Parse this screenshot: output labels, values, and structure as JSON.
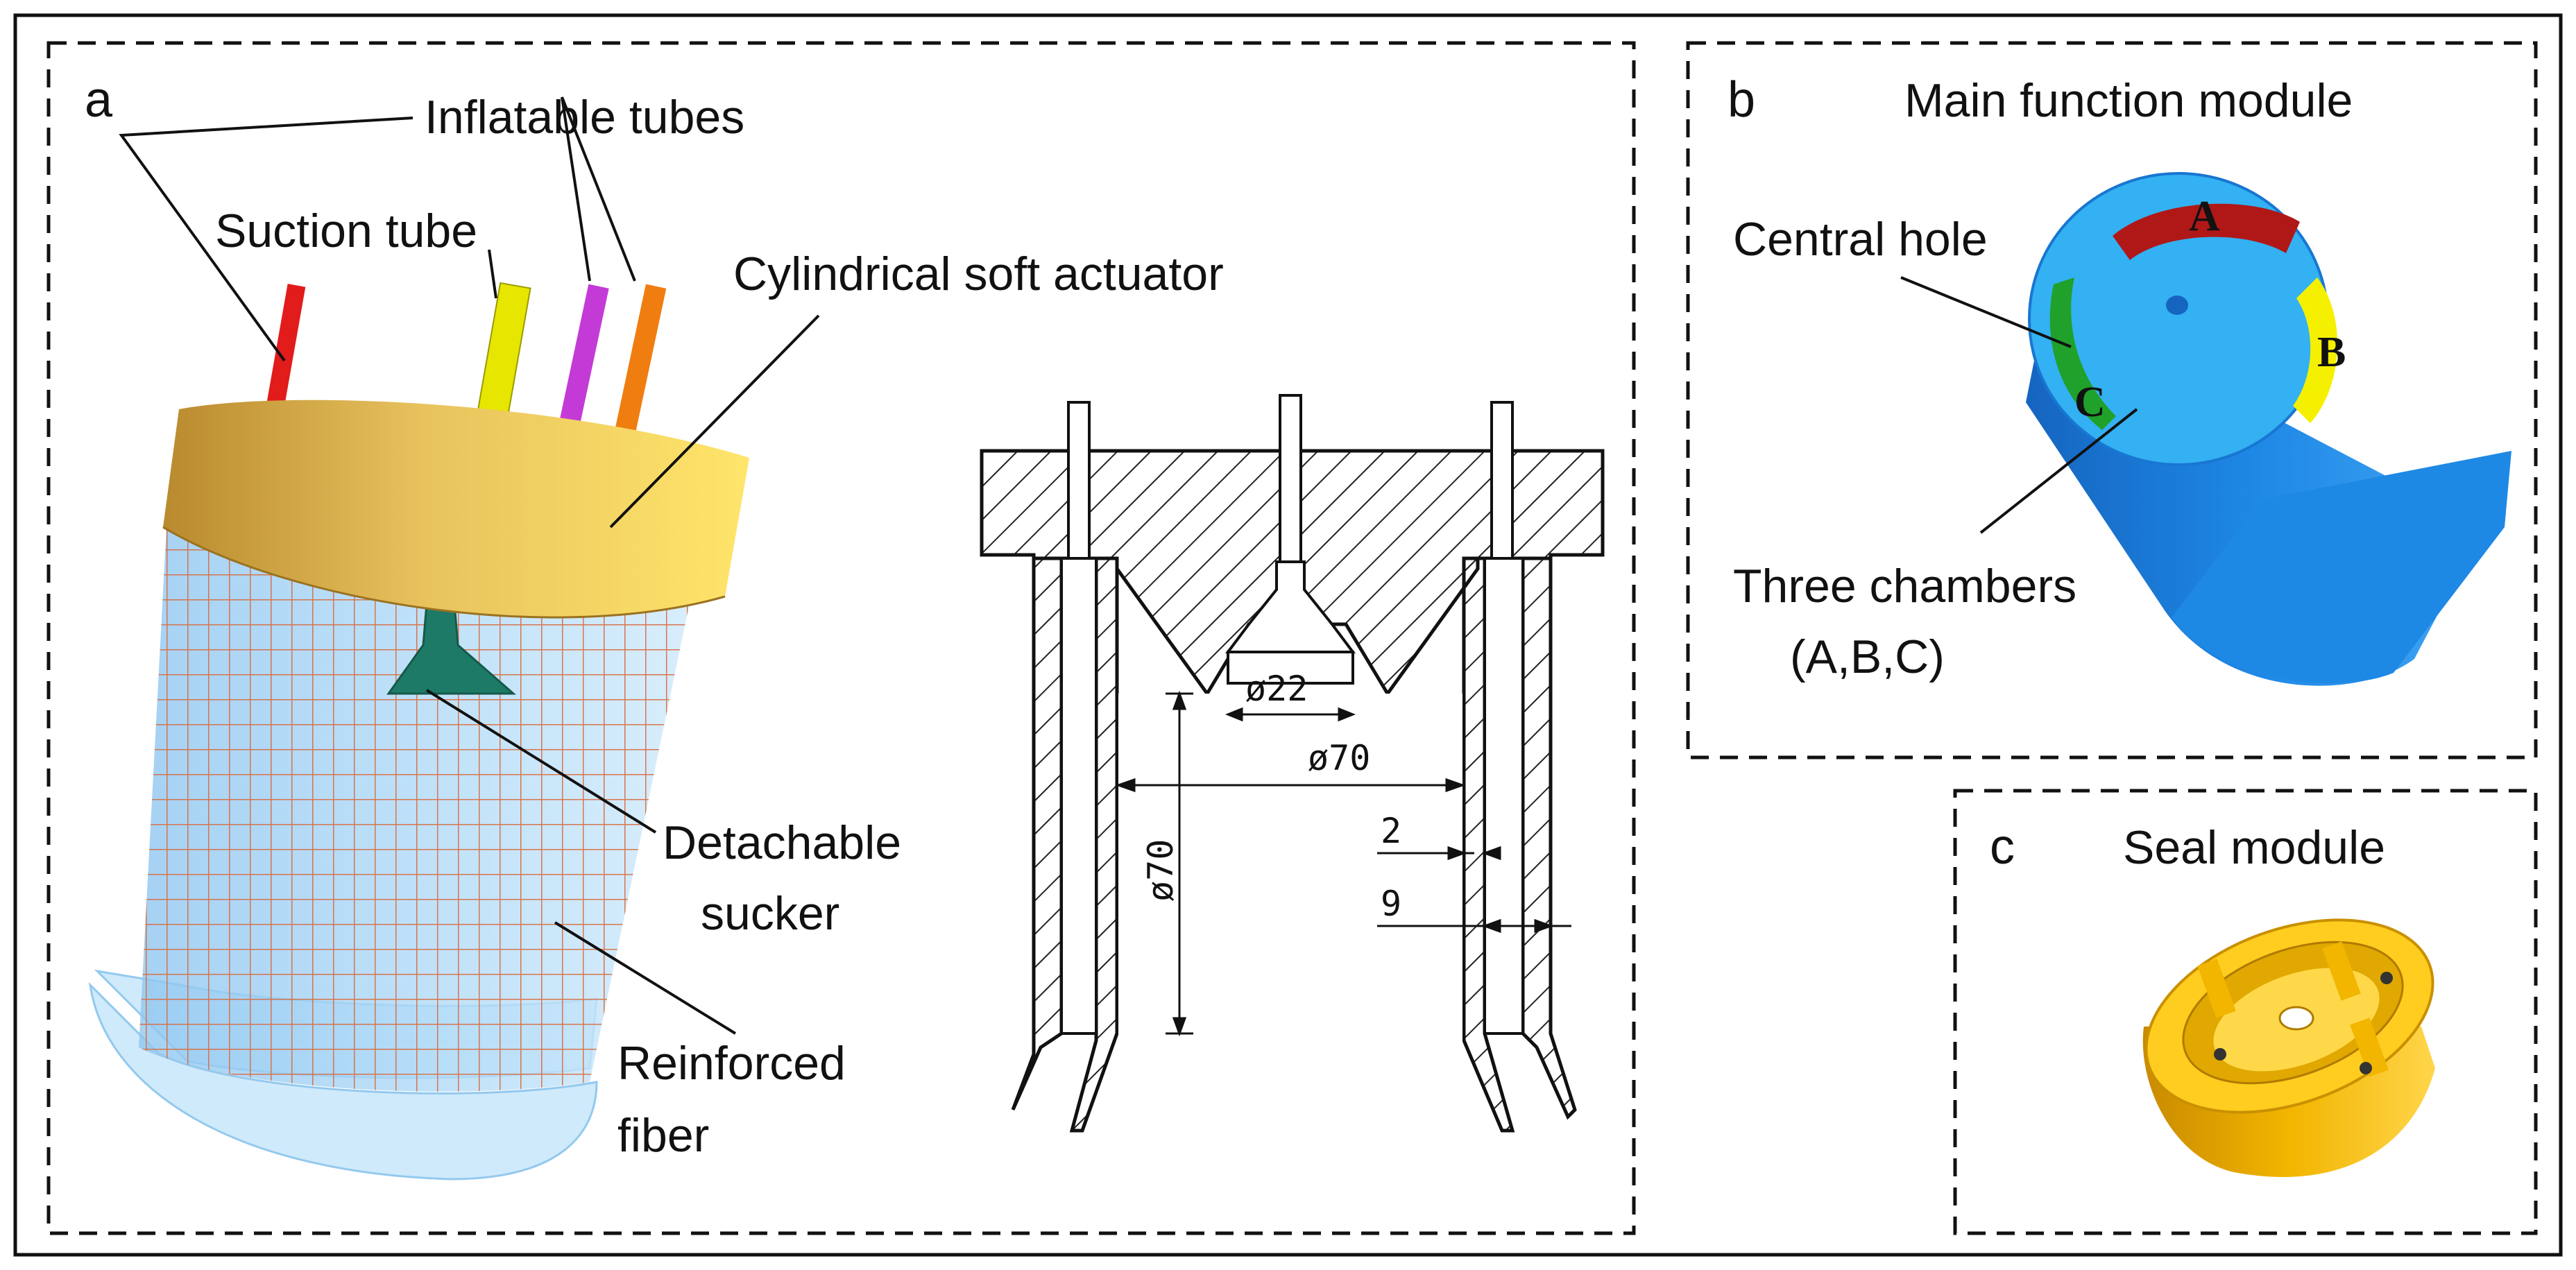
{
  "panels": {
    "a": {
      "letter": "a",
      "labels": {
        "inflatable_tubes": "Inflatable tubes",
        "suction_tube": "Suction tube",
        "cylindrical_soft_actuator": "Cylindrical soft actuator",
        "detachable_sucker_line1": "Detachable",
        "detachable_sucker_line2": "sucker",
        "reinforced_fiber_line1": "Reinforced",
        "reinforced_fiber_line2": "fiber"
      },
      "drawing": {
        "dim_sucker": "ø22",
        "dim_inner_diameter": "ø70",
        "dim_height": "ø70",
        "dim_wall": "2",
        "dim_chamber": "9"
      }
    },
    "b": {
      "letter": "b",
      "title": "Main function module",
      "labels": {
        "central_hole": "Central hole",
        "three_chambers": "Three chambers",
        "chamber_list": "(A,B,C)",
        "chamber_a": "A",
        "chamber_b": "B",
        "chamber_c": "C"
      }
    },
    "c": {
      "letter": "c",
      "title": "Seal module"
    }
  },
  "colors": {
    "tube_red": "#e21b1b",
    "tube_yellow": "#e6e600",
    "tube_magenta": "#c43ad6",
    "tube_orange": "#f07d10",
    "cap_gold": "#e2b24a",
    "fiber_mesh": "#d9693a",
    "body_blue": "#1e88e5",
    "top_blue": "#4fc3f7",
    "chamber_red": "#b01818",
    "chamber_yellow": "#f4f000",
    "chamber_green": "#1fa12b",
    "seal_gold": "#f2c200"
  }
}
